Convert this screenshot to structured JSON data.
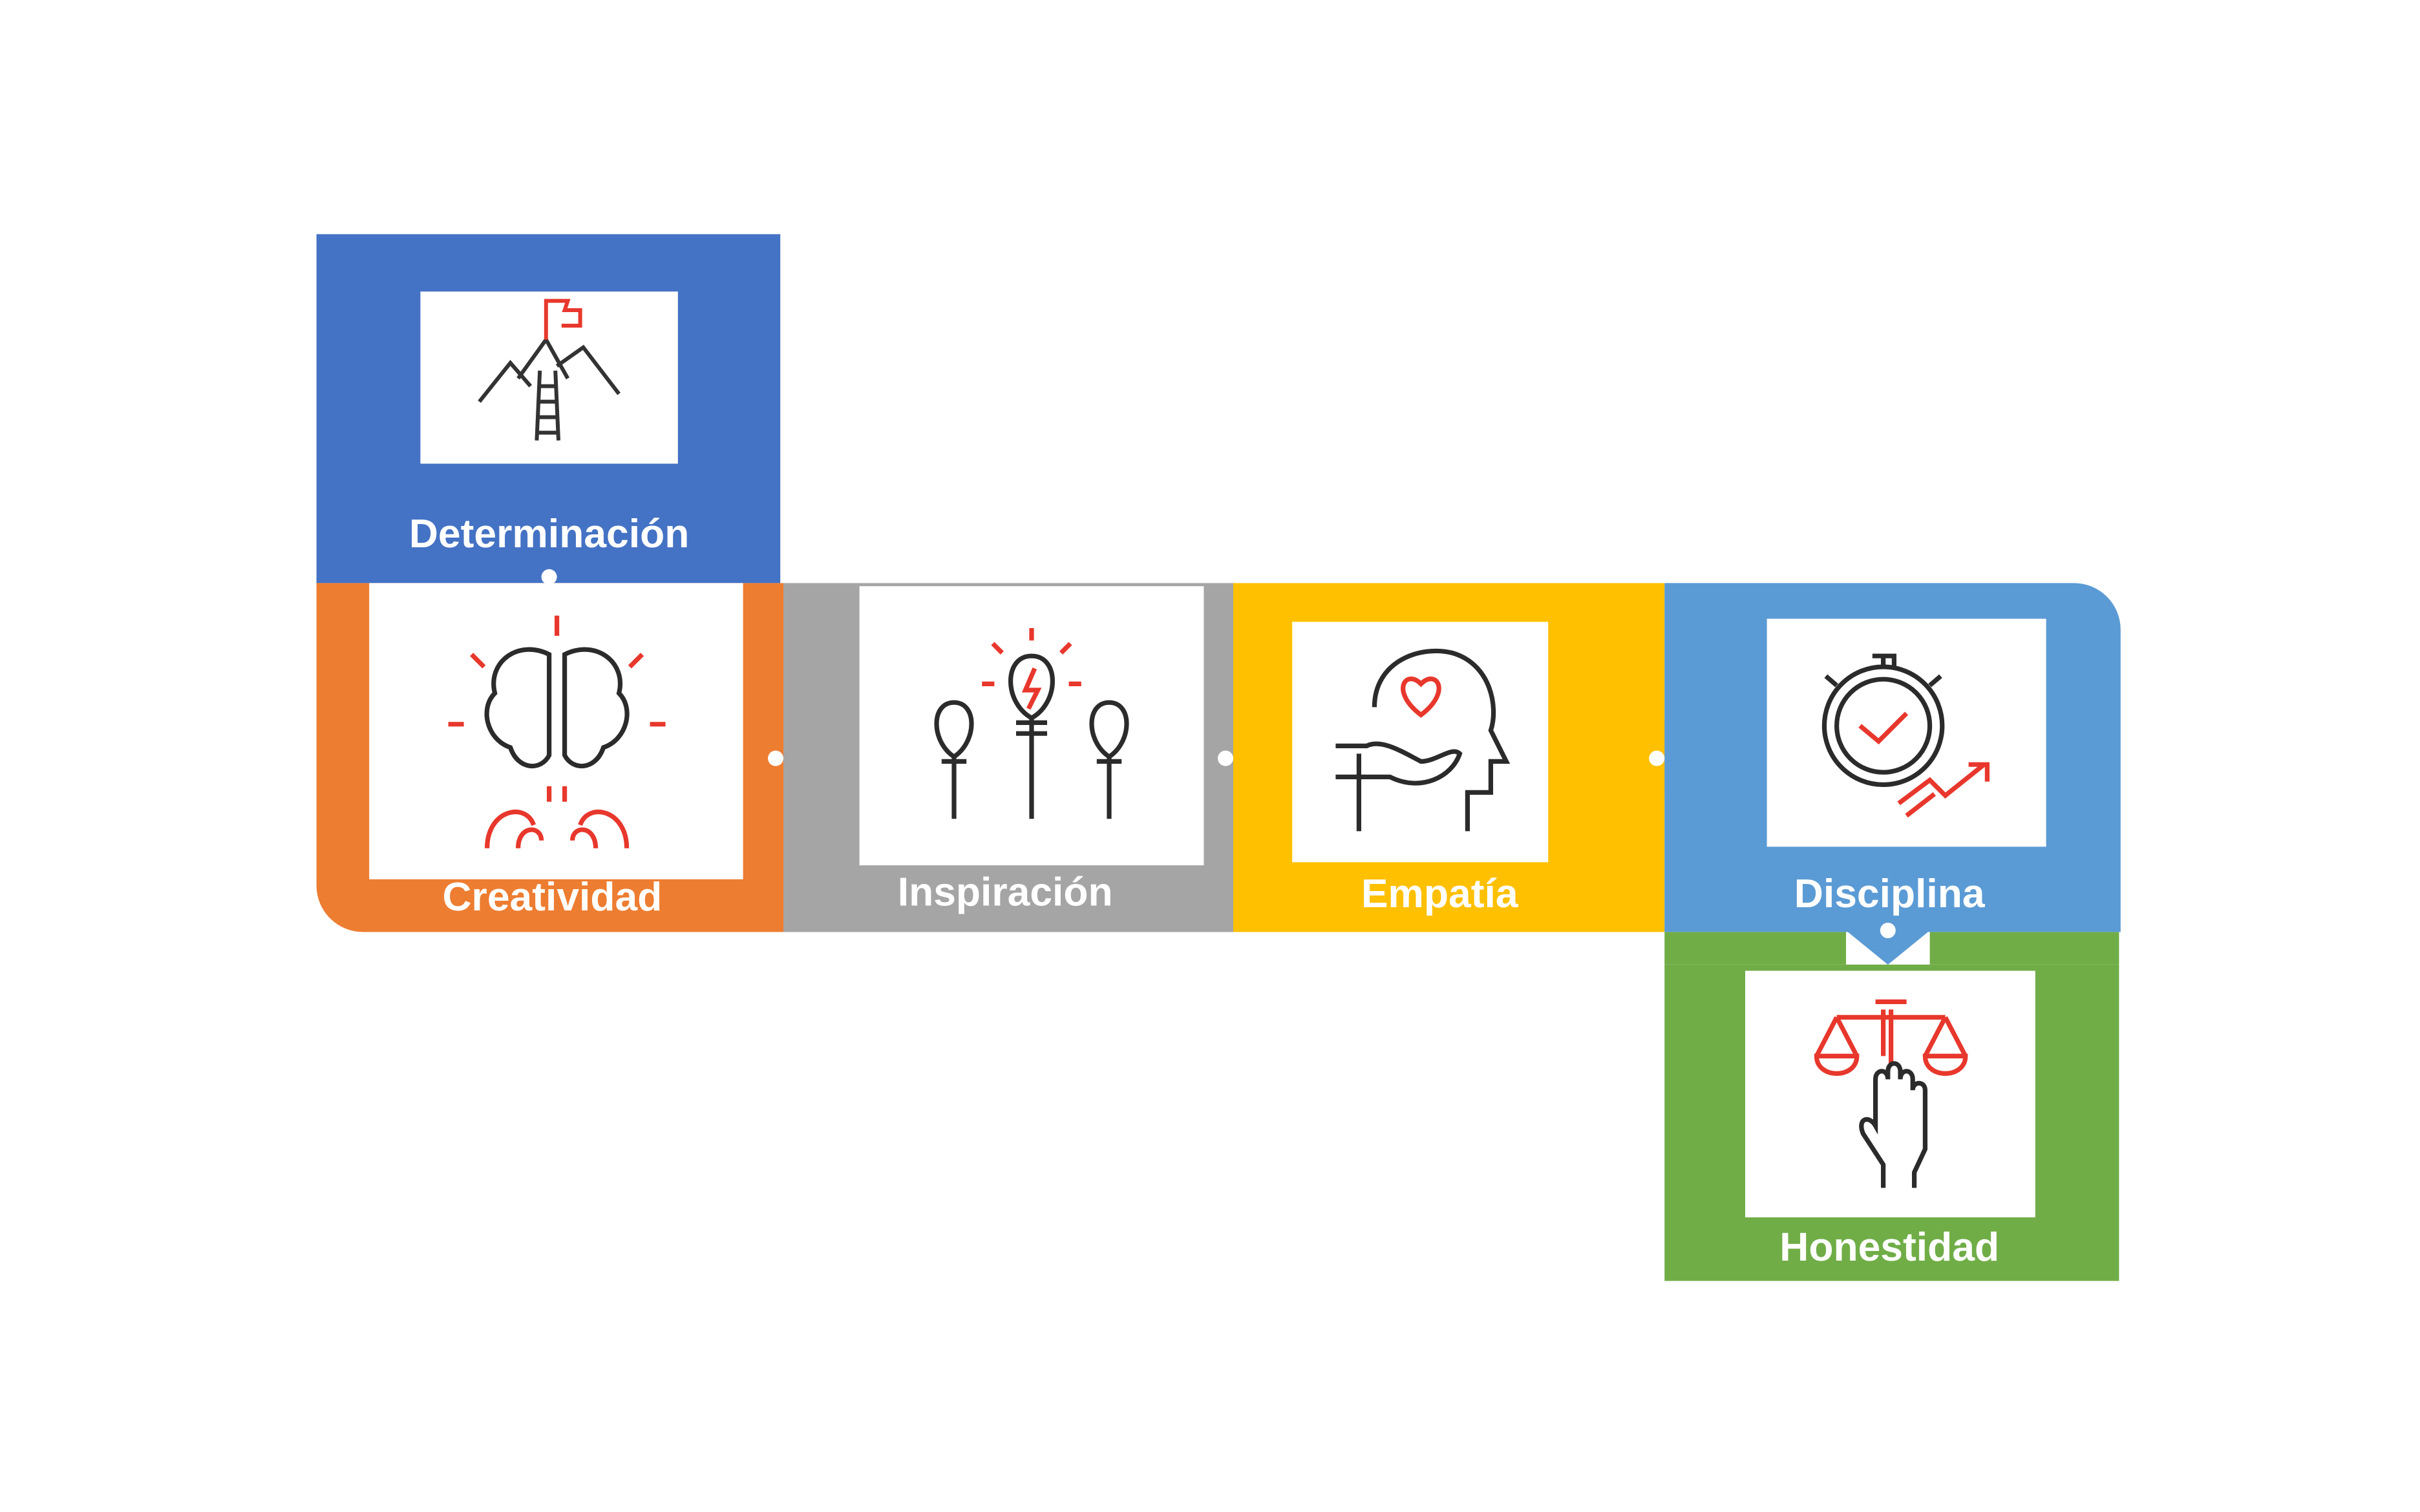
{
  "colors": {
    "determinacion": "#4472C4",
    "creatividad": "#ED7D31",
    "inspiracion": "#A5A5A5",
    "empatia": "#FFC000",
    "disciplina": "#5B9BD5",
    "honestidad": "#70AD47",
    "icon_red": "#E8372C",
    "icon_dark": "#2B2B2B"
  },
  "steps": [
    {
      "label": "Determinación",
      "icon": "mountain-flag-icon"
    },
    {
      "label": "Creatividad",
      "icon": "brain-icon"
    },
    {
      "label": "Inspiración",
      "icon": "lightbulbs-icon"
    },
    {
      "label": "Empatía",
      "icon": "head-heart-hand-icon"
    },
    {
      "label": "Disciplina",
      "icon": "stopwatch-icon"
    },
    {
      "label": "Honestidad",
      "icon": "scales-hand-icon"
    }
  ]
}
